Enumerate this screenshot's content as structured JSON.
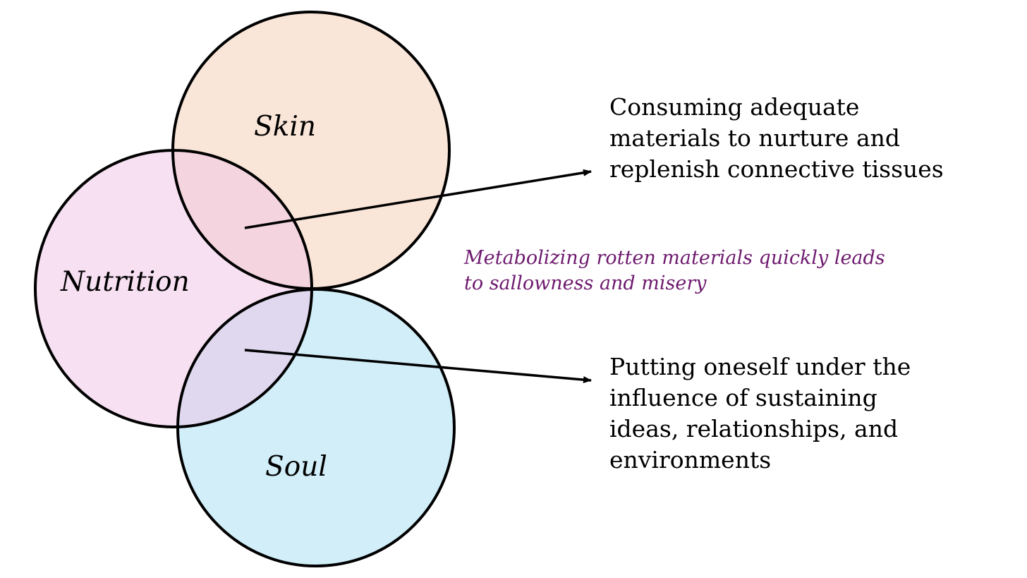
{
  "circles": {
    "skin": {
      "label": "Skin",
      "fill": "#f5cdb3"
    },
    "nutrition": {
      "label": "Nutrition",
      "fill": "#edc2e6"
    },
    "soul": {
      "label": "Soul",
      "fill": "#b3e2f5"
    }
  },
  "annotations": {
    "skin_nutrition": {
      "lines": [
        "Consuming adequate",
        "materials to nurture and",
        "replenish connective tissues"
      ]
    },
    "nutrition_soul": {
      "lines": [
        "Putting oneself under the",
        "influence of sustaining",
        "ideas, relationships, and",
        "environments"
      ]
    },
    "center": {
      "lines": [
        "Metabolizing rotten materials quickly leads",
        "to sallowness and misery"
      ],
      "color": "#6e1a6e"
    }
  },
  "colors": {
    "stroke": "#000000",
    "background": "#ffffff"
  }
}
